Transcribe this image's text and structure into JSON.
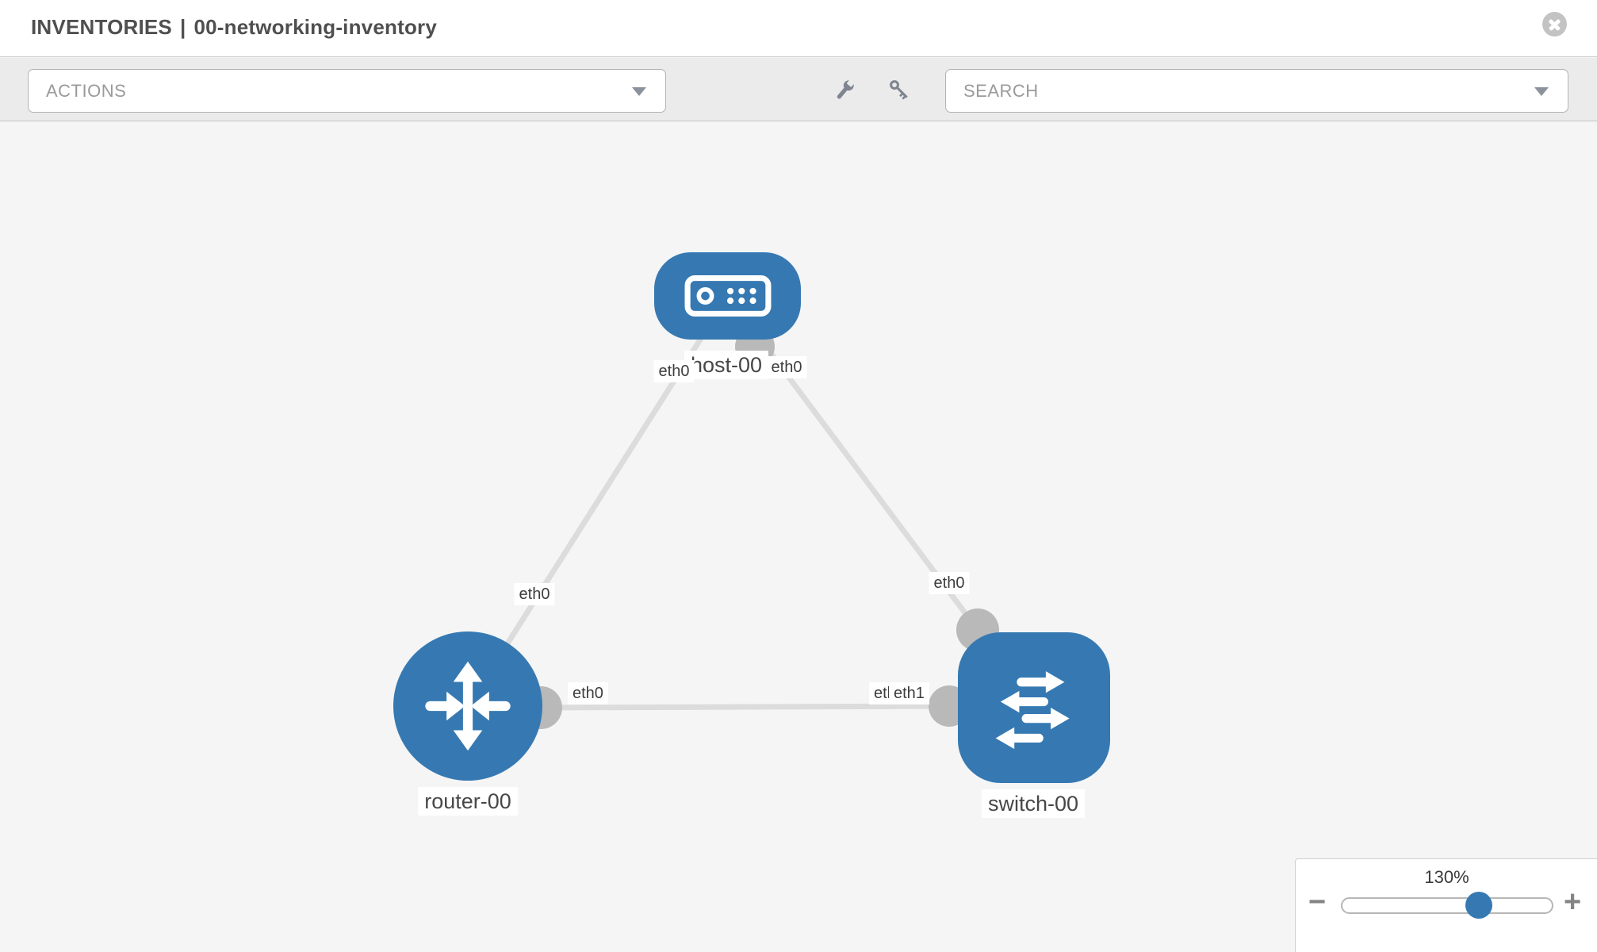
{
  "header": {
    "section": "INVENTORIES",
    "separator": "|",
    "inventory_name": "00-networking-inventory",
    "close_icon": "circle-x-icon"
  },
  "toolbar": {
    "actions_label": "ACTIONS",
    "search_label": "SEARCH",
    "icons": [
      "wrench-icon",
      "key-icon",
      "caret-down-icon"
    ]
  },
  "canvas": {
    "nodes": [
      {
        "id": "host-00",
        "label": "host-00",
        "type": "host",
        "icon": "server-icon"
      },
      {
        "id": "router-00",
        "label": "router-00",
        "type": "router",
        "icon": "router-arrows-icon"
      },
      {
        "id": "switch-00",
        "label": "switch-00",
        "type": "switch",
        "icon": "switch-arrows-icon"
      }
    ],
    "links": [
      {
        "from": "host-00",
        "to": "router-00",
        "from_port": "eth0",
        "to_port": "eth0"
      },
      {
        "from": "host-00",
        "to": "switch-00",
        "from_port": "eth0",
        "to_port": "eth0"
      },
      {
        "from": "router-00",
        "to": "switch-00",
        "from_port": "eth0",
        "to_ports": [
          "eth0",
          "eth1"
        ]
      }
    ],
    "labels": {
      "host": "host-00",
      "router": "router-00",
      "switch": "switch-00"
    },
    "ports": {
      "host_left": "eth0",
      "host_right": "eth0",
      "router_top": "eth0",
      "router_right": "eth0",
      "switch_top": "eth0",
      "switch_left_under": "eth0",
      "switch_left_over": "eth1"
    }
  },
  "zoom_control": {
    "percent": "130%",
    "minus": "−",
    "plus": "+"
  },
  "colors": {
    "node_blue": "#3679b2",
    "link_gray": "#dcdcdc",
    "connector_gray": "#b9b9b9",
    "toolbar_bg": "#ebebeb",
    "canvas_bg": "#f5f5f5",
    "icon_gray": "#7e858f"
  }
}
